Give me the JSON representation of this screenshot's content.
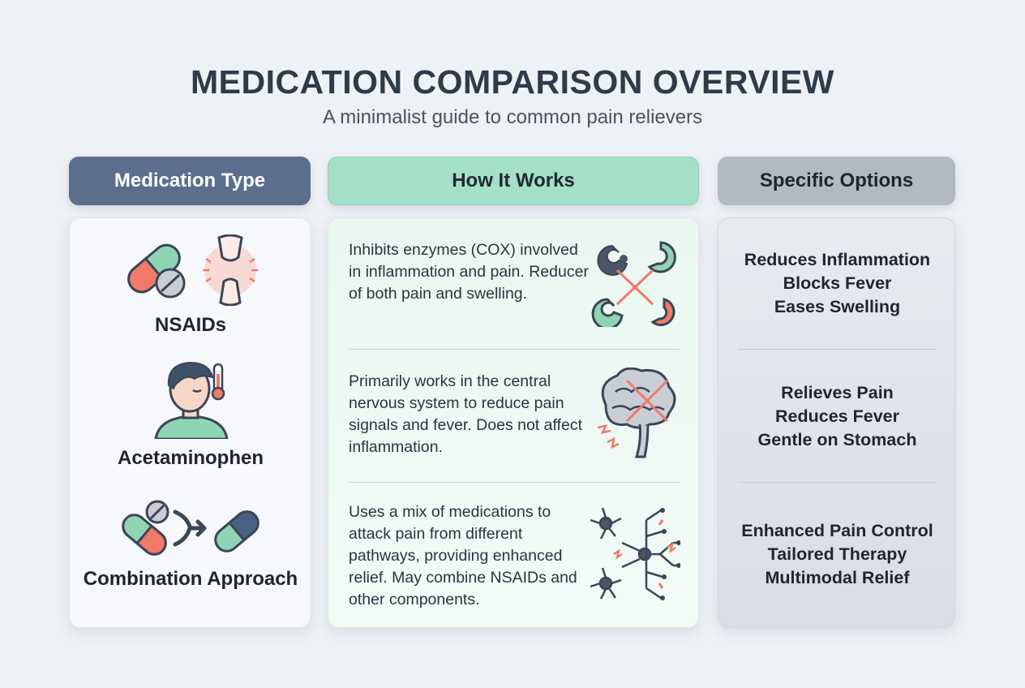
{
  "title": "MEDICATION COMPARISON OVERVIEW",
  "subtitle": "A minimalist guide to common pain relievers",
  "headers": {
    "type": "Medication Type",
    "how": "How It Works",
    "options": "Specific Options"
  },
  "rows": [
    {
      "type": "NSAIDs",
      "type_icon": "pill-and-joint-icon",
      "how": "Inhibits enzymes (COX) involved in inflammation and pain. Reducer of both pain and swelling.",
      "how_icon": "enzyme-blocked-icon",
      "options": [
        "Reduces Inflammation",
        "Blocks Fever",
        "Eases Swelling"
      ]
    },
    {
      "type": "Acetaminophen",
      "type_icon": "person-thermometer-icon",
      "how": "Primarily works in the central nervous system to reduce pain signals and fever. Does not affect inflammation.",
      "how_icon": "brain-signal-blocked-icon",
      "options": [
        "Relieves Pain",
        "Reduces Fever",
        "Gentle on Stomach"
      ]
    },
    {
      "type": "Combination Approach",
      "type_icon": "combined-pills-icon",
      "how": "Uses a mix of medications to attack pain from different pathways, providing enhanced relief. May combine NSAIDs and other components.",
      "how_icon": "neural-pathways-icon",
      "options": [
        "Enhanced Pain Control",
        "Tailored Therapy",
        "Multimodal Relief"
      ]
    }
  ],
  "colors": {
    "header_type": "#5b6f8c",
    "header_how": "#a4dfc8",
    "header_options": "#b3b9c3",
    "accent_red": "#ef7a68",
    "accent_green": "#8fd5b4",
    "icon_dark": "#4a5568"
  }
}
